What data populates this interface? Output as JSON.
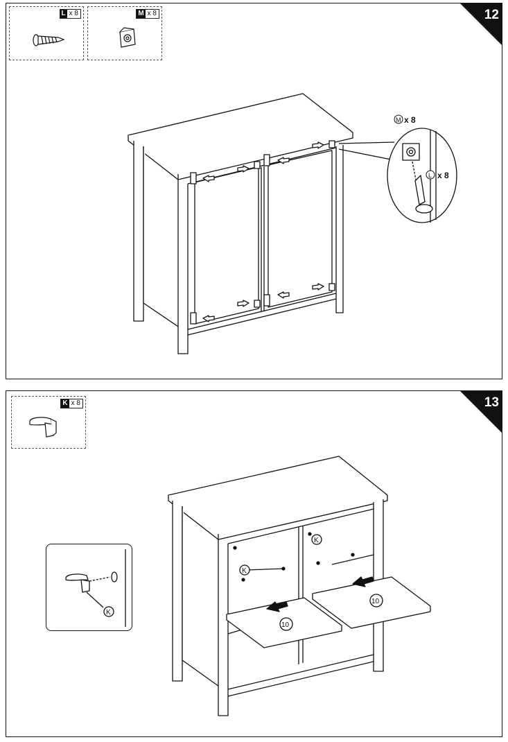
{
  "steps": [
    {
      "number": "12",
      "parts": [
        {
          "letter": "L",
          "qty": "x 8",
          "icon": "screw-icon"
        },
        {
          "letter": "M",
          "qty": "x 8",
          "icon": "hinge-bracket-icon"
        }
      ],
      "detail_labels": {
        "m_letter": "M",
        "m_qty": "x 8",
        "l_letter": "L",
        "l_qty": "x 8"
      }
    },
    {
      "number": "13",
      "parts": [
        {
          "letter": "K",
          "qty": "x 8",
          "icon": "shelf-pin-icon"
        }
      ],
      "detail_labels": {
        "k_letter": "K",
        "shelf_number": "10"
      }
    }
  ]
}
